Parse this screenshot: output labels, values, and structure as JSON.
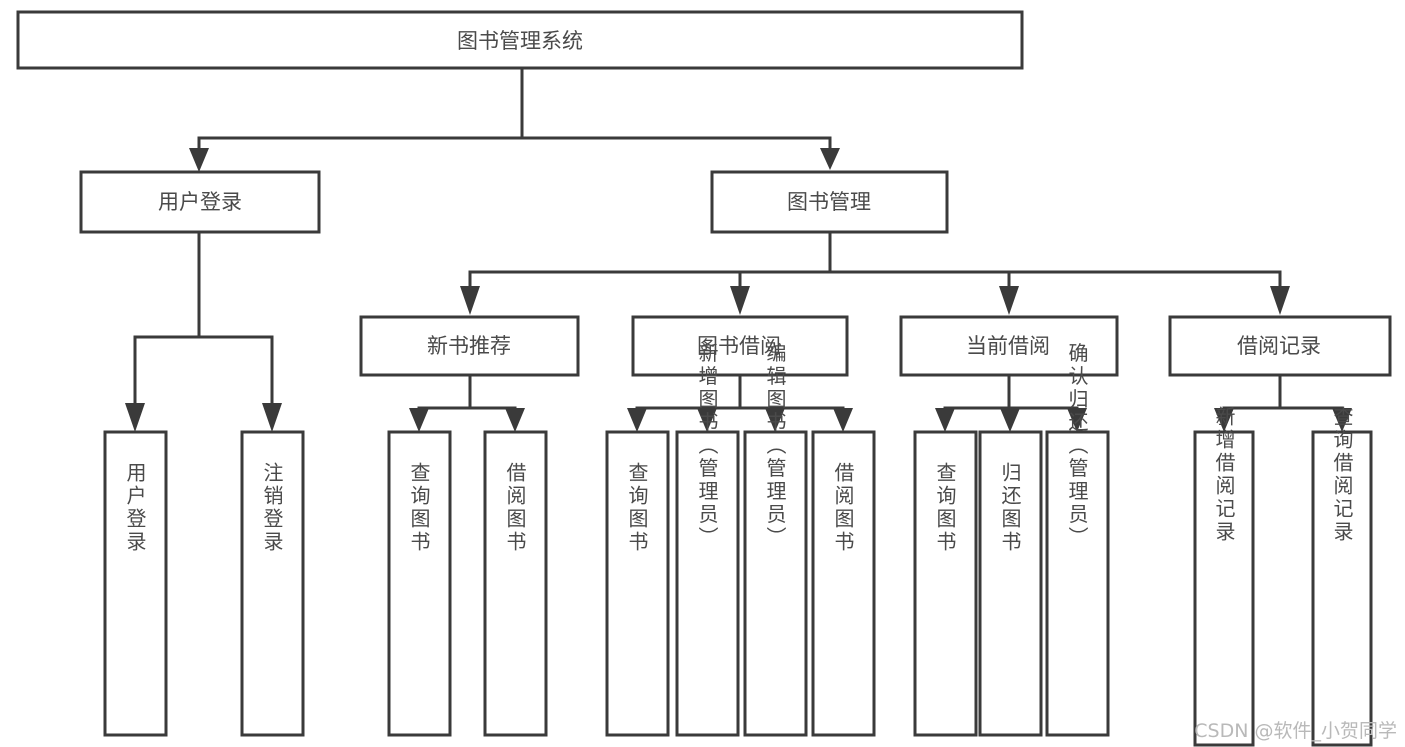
{
  "diagram": {
    "type": "tree-hierarchy-chart",
    "title": "图书管理系统",
    "colors": {
      "stroke": "#3a3a3a",
      "text": "#4a4a4a",
      "background": "#ffffff",
      "watermark": "#b9b9b9"
    },
    "root": {
      "label": "图书管理系统",
      "orientation": "horizontal"
    },
    "level2": [
      {
        "id": "user-login",
        "label": "用户登录",
        "orientation": "horizontal"
      },
      {
        "id": "book-management",
        "label": "图书管理",
        "orientation": "horizontal"
      }
    ],
    "level3": [
      {
        "id": "new-book-recommend",
        "label": "新书推荐",
        "parent": "book-management",
        "orientation": "horizontal"
      },
      {
        "id": "book-borrow",
        "label": "图书借阅",
        "parent": "book-management",
        "orientation": "horizontal"
      },
      {
        "id": "current-borrow",
        "label": "当前借阅",
        "parent": "book-management",
        "orientation": "horizontal"
      },
      {
        "id": "borrow-record",
        "label": "借阅记录",
        "parent": "book-management",
        "orientation": "horizontal"
      }
    ],
    "leaves": [
      {
        "id": "leaf-user-login",
        "label": "用户登录",
        "parent": "user-login",
        "orientation": "vertical"
      },
      {
        "id": "leaf-user-logout",
        "label": "注销登录",
        "parent": "user-login",
        "orientation": "vertical"
      },
      {
        "id": "leaf-query-book-recommend",
        "label": "查询图书",
        "parent": "new-book-recommend",
        "orientation": "vertical"
      },
      {
        "id": "leaf-borrow-book-recommend",
        "label": "借阅图书",
        "parent": "new-book-recommend",
        "orientation": "vertical"
      },
      {
        "id": "leaf-query-book-borrow",
        "label": "查询图书",
        "parent": "book-borrow",
        "orientation": "vertical"
      },
      {
        "id": "leaf-add-book",
        "label": "新增图书（管理员）",
        "parent": "book-borrow",
        "orientation": "vertical"
      },
      {
        "id": "leaf-edit-book",
        "label": "编辑图书（管理员）",
        "parent": "book-borrow",
        "orientation": "vertical"
      },
      {
        "id": "leaf-borrow-book",
        "label": "借阅图书",
        "parent": "book-borrow",
        "orientation": "vertical"
      },
      {
        "id": "leaf-query-book-current",
        "label": "查询图书",
        "parent": "current-borrow",
        "orientation": "vertical"
      },
      {
        "id": "leaf-return-book",
        "label": "归还图书",
        "parent": "current-borrow",
        "orientation": "vertical"
      },
      {
        "id": "leaf-confirm-return",
        "label": "确认归还（管理员）",
        "parent": "current-borrow",
        "orientation": "vertical"
      },
      {
        "id": "leaf-add-borrow-record",
        "label": "新增借阅记录",
        "parent": "borrow-record",
        "orientation": "vertical"
      },
      {
        "id": "leaf-query-borrow-record",
        "label": "查询借阅记录",
        "parent": "borrow-record",
        "orientation": "vertical"
      }
    ],
    "watermark": "CSDN @软件_小贺同学"
  }
}
